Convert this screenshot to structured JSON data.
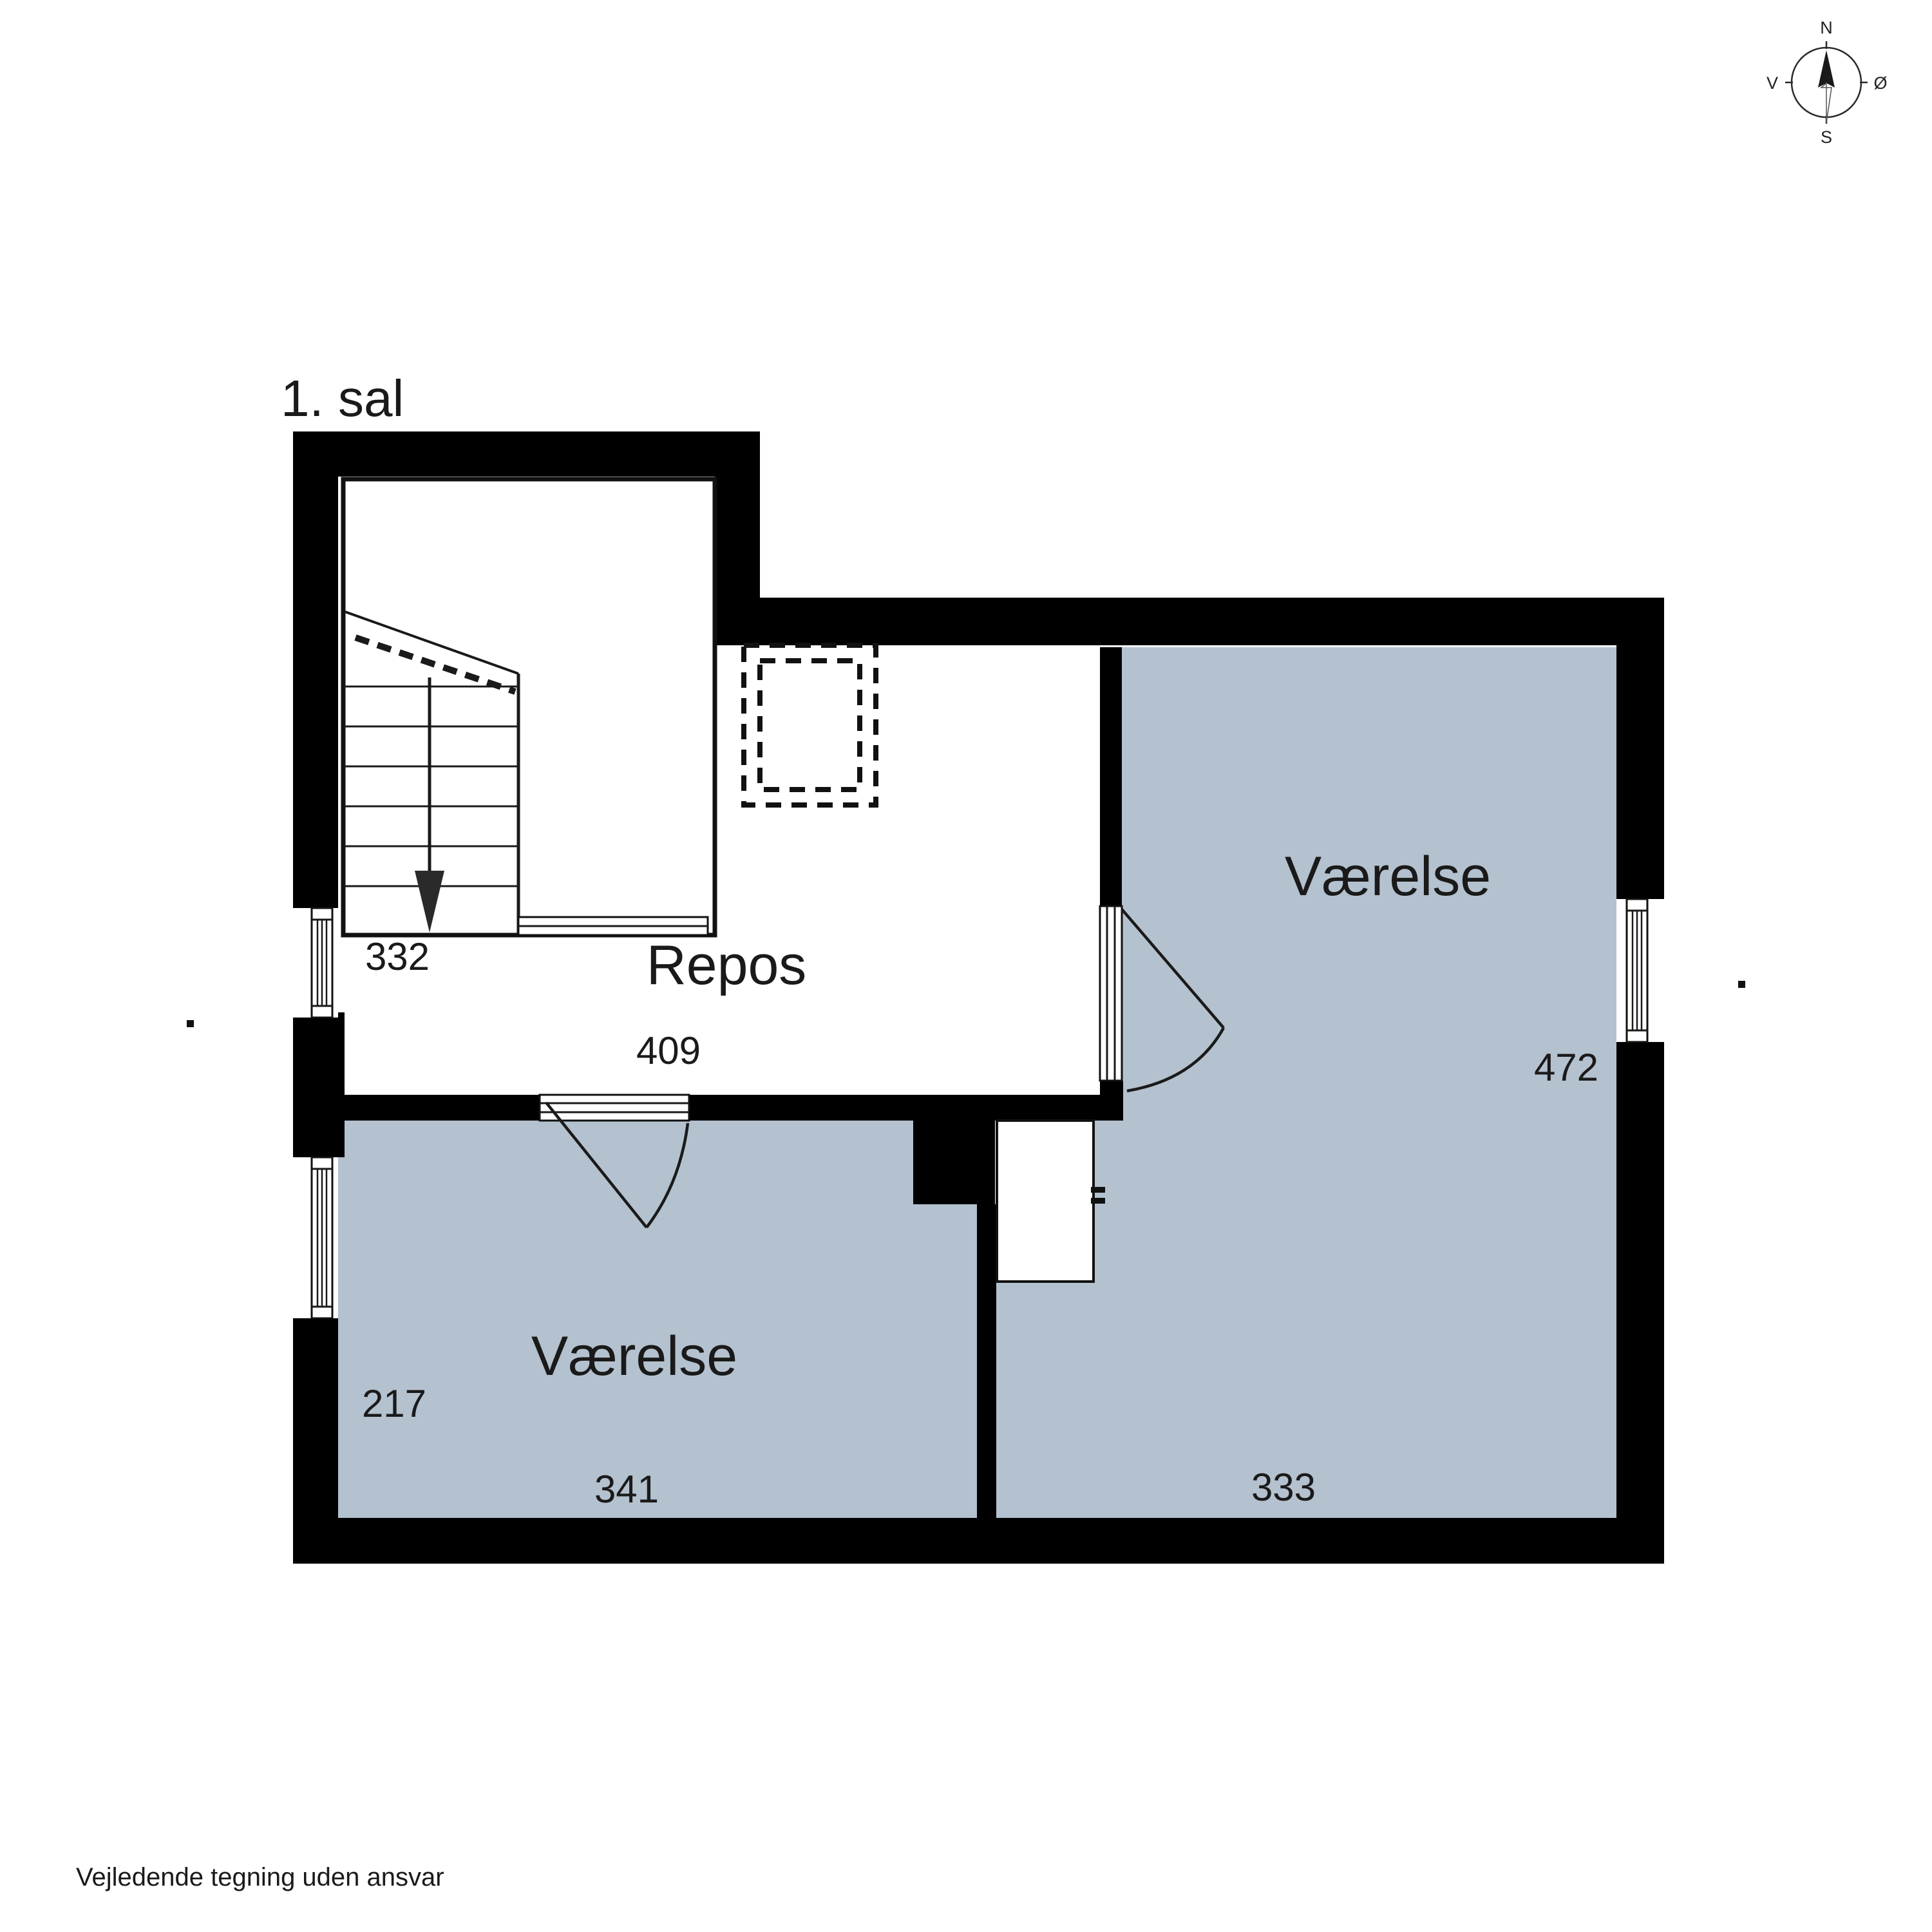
{
  "page": {
    "title": "1. sal",
    "disclaimer": "Vejledende tegning uden ansvar"
  },
  "colors": {
    "wall": "#000000",
    "room_fill": "#b4c1cf",
    "background": "#ffffff",
    "line": "#1a1a1a",
    "text": "#1a1a1a"
  },
  "compass": {
    "north": "N",
    "south": "S",
    "west": "V",
    "east": "Ø"
  },
  "rooms": {
    "repos": {
      "label": "Repos",
      "dim_width": "409",
      "dim_side": "332"
    },
    "vaerelse_right": {
      "label": "Værelse",
      "dim_height": "472",
      "dim_width": "333"
    },
    "vaerelse_left": {
      "label": "Værelse",
      "dim_side": "217",
      "dim_width": "341"
    }
  }
}
